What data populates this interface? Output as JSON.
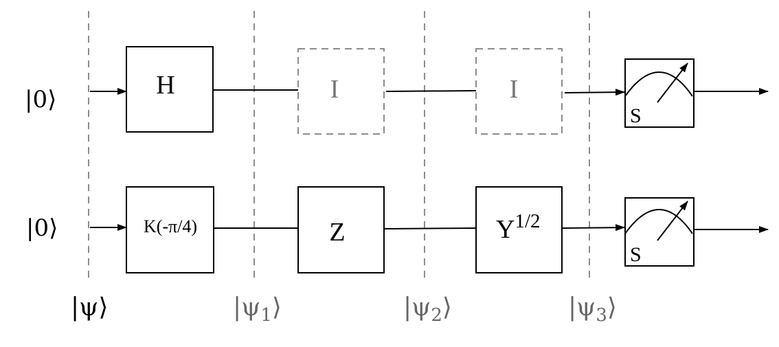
{
  "inputs": {
    "top": "|0⟩",
    "bottom": "|0⟩"
  },
  "state_labels": {
    "psi": "|ψ⟩",
    "psi1_base": "|ψ",
    "psi1_sub": "1",
    "psi1_close": "⟩",
    "psi2_base": "|ψ",
    "psi2_sub": "2",
    "psi2_close": "⟩",
    "psi3_base": "|ψ",
    "psi3_sub": "3",
    "psi3_close": "⟩"
  },
  "gates": {
    "top_h": "H",
    "top_i1": "I",
    "top_i2": "I",
    "bottom_k": "K(-π/4)",
    "bottom_z": "Z",
    "bottom_y_base": "Y",
    "bottom_y_exp": "1/2"
  },
  "meters": {
    "top_label": "S",
    "bottom_label": "S"
  },
  "colors": {
    "line": "#000000",
    "dashed": "#8c8c8c",
    "identity_text": "#777777",
    "label_text": "#666666"
  }
}
